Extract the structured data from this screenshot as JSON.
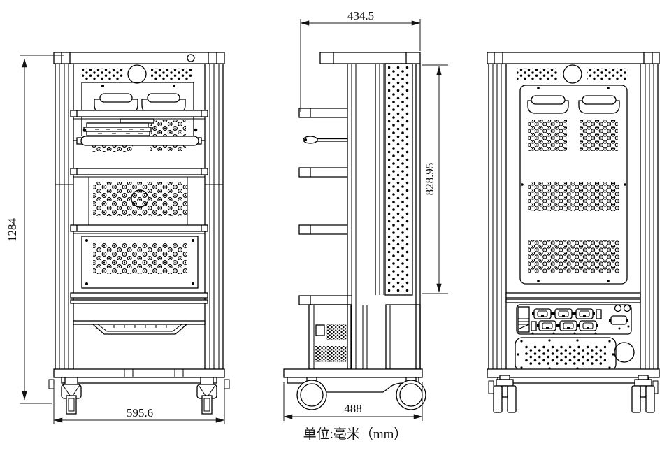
{
  "drawing": {
    "unit_note": "单位:毫米（mm）",
    "dimensions": {
      "overall_height_mm": "1284",
      "overall_width_mm": "595.6",
      "top_depth_mm": "434.5",
      "rear_panel_height_mm": "828.95",
      "base_depth_mm": "488"
    }
  }
}
